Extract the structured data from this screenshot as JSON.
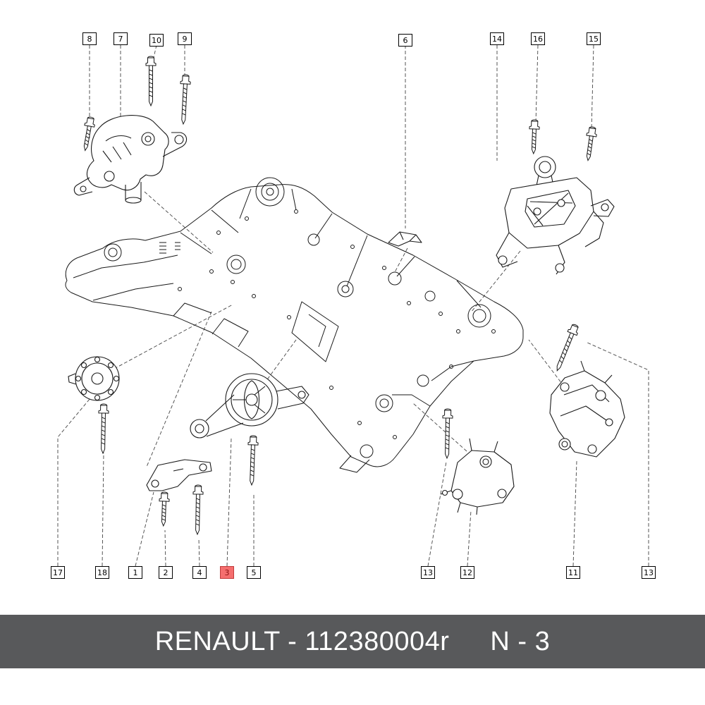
{
  "diagram": {
    "top_callouts": [
      {
        "label": "8"
      },
      {
        "label": "7"
      },
      {
        "label": "10"
      },
      {
        "label": "9"
      },
      {
        "label": "6"
      },
      {
        "label": "14"
      },
      {
        "label": "16"
      },
      {
        "label": "15"
      }
    ],
    "bottom_callouts": [
      {
        "label": "17"
      },
      {
        "label": "18"
      },
      {
        "label": "1"
      },
      {
        "label": "2"
      },
      {
        "label": "4"
      },
      {
        "label": "3"
      },
      {
        "label": "5"
      },
      {
        "label": "13"
      },
      {
        "label": "12"
      },
      {
        "label": "11"
      },
      {
        "label": "13"
      }
    ],
    "highlighted_callout": "3",
    "highlight_color": "#f56e6e",
    "line_color": "#1a1a1a"
  },
  "footer": {
    "brand_part": "RENAULT - 112380004r",
    "page_ref": "N - 3",
    "background": "#58595b",
    "text_color": "#ffffff"
  }
}
